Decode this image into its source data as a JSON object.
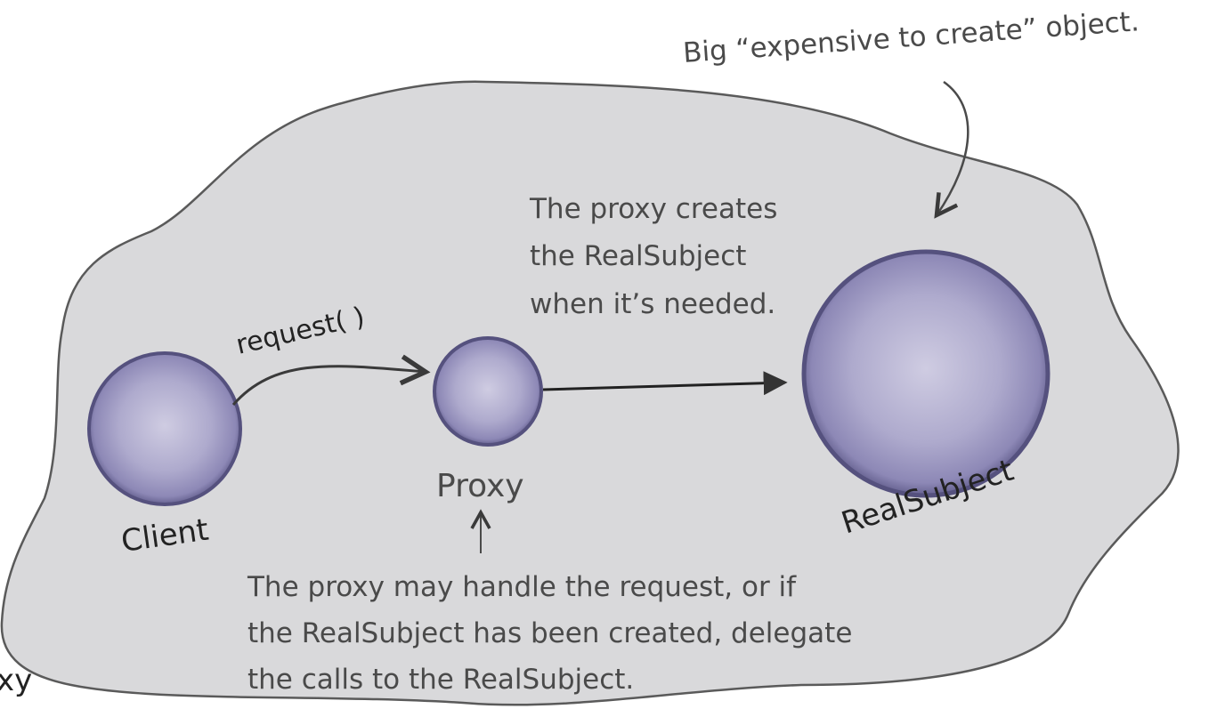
{
  "colors": {
    "blob_fill": "#d9d9db",
    "blob_stroke": "#5a5a5a",
    "sphere_light": "#c7c4de",
    "sphere_mid": "#a6a2c8",
    "sphere_dark": "#54507e",
    "arrow": "#333333",
    "annotation_text": "#4a4a4a"
  },
  "annotations": {
    "big_object": "Big “expensive to create” object.",
    "proxy_creates": [
      "The proxy creates",
      "the RealSubject",
      "when it’s needed."
    ],
    "proxy_handles": [
      "The proxy may handle the request, or if",
      "the RealSubject has been created, delegate",
      "the calls to the RealSubject."
    ]
  },
  "labels": {
    "client": "Client",
    "proxy": "Proxy",
    "realsubject": "RealSubject",
    "request": "request( )",
    "cropped_fragment": "xy"
  }
}
